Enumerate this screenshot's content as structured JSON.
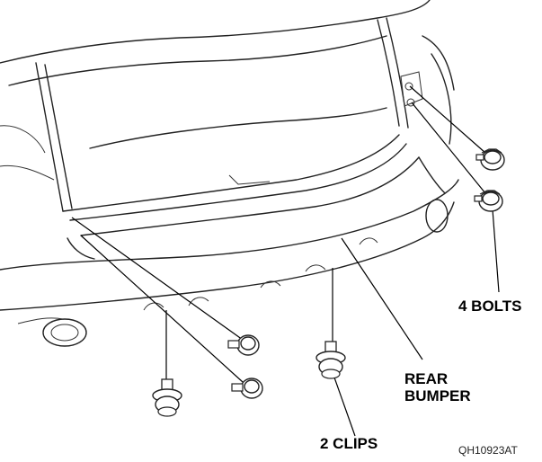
{
  "labels": {
    "bolts": "4 BOLTS",
    "bumper_line1": "REAR",
    "bumper_line2": "BUMPER",
    "clips": "2 CLIPS"
  },
  "figure_code": "QH10923AT"
}
